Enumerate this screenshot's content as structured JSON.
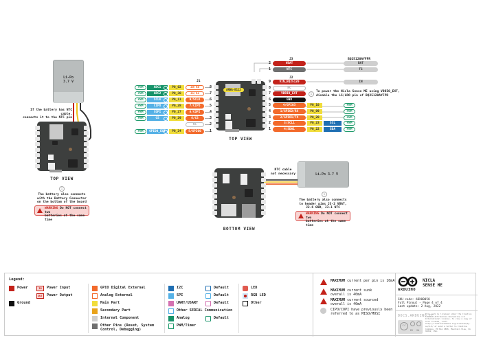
{
  "left_section": {
    "battery_label_line1": "Li-Po",
    "battery_label_line2": "3.7 V",
    "ntc_note_line1": "If the battery has NTC cable,",
    "ntc_note_line2": "connects it to the NTC pin",
    "view_title": "TOP VIEW",
    "info_note_line1": "The battery also connects",
    "info_note_line2": "with the Battery Connector",
    "info_note_line3": "on the bottom of the board",
    "warning_label": "WARNING",
    "warning_text_line1": "Do NOT connect two",
    "warning_text_line2": "batteries at the same time"
  },
  "center_section": {
    "view_title": "TOP VIEW",
    "chip_label": "ANNA-B112",
    "header_j1": "J1",
    "j1_pins": [
      {
        "num": "8",
        "pwm": "PWM",
        "func": "ADC1",
        "func_type": "analog",
        "port": "P0_02",
        "pin": "10/A0",
        "pin_type": "gpio-out"
      },
      {
        "num": "7",
        "pwm": "PWM",
        "func": "ADC2",
        "func_type": "analog",
        "port": "P0_30",
        "pin": "11/A1",
        "pin_type": "gpio-out"
      },
      {
        "num": "6",
        "pwm": "PWM",
        "func": "SCLK",
        "func_type": "spi",
        "port": "P0_11",
        "pin": "9/SCLK",
        "pin_type": "gpio"
      },
      {
        "num": "5",
        "pwm": "PWM",
        "func": "CIPO",
        "func_type": "spi",
        "port": "P0_28",
        "pin": "7/CIPO",
        "pin_type": "gpio"
      },
      {
        "num": "4",
        "pwm": "PWM",
        "func": "COPI",
        "func_type": "spi",
        "port": "P0_27",
        "pin": "8/COPI",
        "pin_type": "gpio"
      },
      {
        "num": "3",
        "pwm": "PWM",
        "func": "CS",
        "func_type": "spi",
        "port": "P0_29",
        "pin": "6/CS",
        "pin_type": "gpio"
      },
      {
        "num": "2",
        "pwm": "",
        "func": "",
        "func_type": "",
        "port": "",
        "pin": "NC",
        "pin_type": "nc"
      },
      {
        "num": "1",
        "pwm": "PWM",
        "func": "GPIO0_EXT",
        "func_type": "spi",
        "port": "P0_24",
        "pin": "5/GPIO0",
        "pin_type": "gpio"
      }
    ],
    "header_j3": "J3",
    "header_j2": "J2",
    "bq_label": "BQ25120AYFPR",
    "j3_pins": [
      {
        "num": "2",
        "tag": "IN",
        "pin": "VBAT",
        "pin_type": "power",
        "bq": "BAT"
      },
      {
        "num": "1",
        "tag": "",
        "pin": "NTC",
        "pin_type": "other",
        "bq": "TS"
      }
    ],
    "j2_pins": [
      {
        "num": "9",
        "tag": "IN",
        "pin": "VIN_BQ25120",
        "pin_type": "power",
        "bq": "IN",
        "port": "",
        "alt": "",
        "pwm": ""
      },
      {
        "num": "8",
        "tag": "",
        "pin": "NC",
        "pin_type": "nc",
        "bq": "",
        "port": "",
        "alt": "",
        "pwm": ""
      },
      {
        "num": "7",
        "tag": "OUT",
        "pin": "VDDIO_EXT",
        "pin_type": "power",
        "bq": "",
        "port": "",
        "alt": "",
        "pwm": ""
      },
      {
        "num": "6",
        "tag": "",
        "pin": "GND",
        "pin_type": "gnd",
        "bq": "",
        "port": "",
        "alt": "",
        "pwm": ""
      },
      {
        "num": "5",
        "tag": "",
        "pin": "4/GPIO3",
        "pin_type": "gpio",
        "bq": "",
        "port": "P0_10",
        "alt": "",
        "pwm": "PWM"
      },
      {
        "num": "4",
        "tag": "",
        "pin": "1/GPIO2/RX",
        "pin_type": "gpio",
        "bq": "",
        "port": "P0_09",
        "alt": "",
        "pwm": "PWM"
      },
      {
        "num": "3",
        "tag": "",
        "pin": "2/GPIO1/TX",
        "pin_type": "gpio",
        "bq": "",
        "port": "P0_20",
        "alt": "",
        "pwm": "PWM"
      },
      {
        "num": "2",
        "tag": "",
        "pin": "3/SCL1",
        "pin_type": "gpio",
        "bq": "",
        "port": "P0_23",
        "alt": "SCL",
        "pwm": "PWM"
      },
      {
        "num": "1",
        "tag": "",
        "pin": "4/SDA1",
        "pin_type": "gpio",
        "bq": "",
        "port": "P0_22",
        "alt": "SDA",
        "pwm": "PWM"
      }
    ],
    "vddio_note_line1": "To power the Nicla Sense ME using VDDIO_EXT,",
    "vddio_note_line2": "disable the LS/LDO pin of BQ25120AYFPR"
  },
  "bottom_section": {
    "view_title": "BOTTOM VIEW",
    "ntc_cable_note_line1": "NTC cable",
    "ntc_cable_note_line2": "not necessary",
    "battery_label": "Li-Po 3.7 V",
    "info_note_line1": "The battery also connects",
    "info_note_line2": "to header pins J3-2 VBAT,",
    "info_note_line3": "J2-6 GND, J3-1 NTC",
    "warning_label": "WARNING",
    "warning_text_line1": "Do NOT connect two",
    "warning_text_line2": "batteries at the same time"
  },
  "legend": {
    "title": "Legend:",
    "col1": [
      {
        "label": "Power",
        "color": "#c3221a"
      },
      {
        "label": "Ground",
        "color": "#111111"
      }
    ],
    "power_io": [
      {
        "tag": "IN",
        "label": "Power Input"
      },
      {
        "tag": "OUT",
        "label": "Power Output"
      }
    ],
    "col2": [
      {
        "label": "GPIO Digital External",
        "color": "#f36a2b",
        "outline": false
      },
      {
        "label": "Analog External",
        "color": "#f36a2b",
        "outline": true
      },
      {
        "label": "Main Part",
        "color": "#f1dd3a",
        "outline": false
      },
      {
        "label": "Secondary Part",
        "color": "#e9a31b",
        "outline": false
      },
      {
        "label": "Internal Component",
        "color": "#cfcfcf",
        "outline": false
      },
      {
        "label": "Other Pins (Reset, System",
        "label2": "Control, Debugging)",
        "color": "#6f6f6f",
        "outline": false
      }
    ],
    "col3": [
      {
        "label": "I2C",
        "color": "#1f6fb3",
        "outline": false,
        "default": "Default"
      },
      {
        "label": "SPI",
        "color": "#55b1e6",
        "outline": false,
        "default": "Default"
      },
      {
        "label": "UART/USART",
        "color": "#d472b1",
        "outline": false,
        "default": "Default"
      },
      {
        "label": "Other SERIAL Communication",
        "color": "#55b1e6",
        "outline": true,
        "default": ""
      },
      {
        "label": "Analog",
        "color": "#17936a",
        "outline": false,
        "default": "Default"
      },
      {
        "label": "PWM/Timer",
        "color": "#1e9a6a",
        "outline": true,
        "default": ""
      }
    ],
    "col4": [
      {
        "label": "LED",
        "kind": "led"
      },
      {
        "label": "RGB LED",
        "kind": "rgb"
      },
      {
        "label": "Other",
        "kind": "other"
      }
    ],
    "notes": [
      {
        "bold": "MAXIMUM",
        "text": " current per pin is 10mA",
        "text2": ""
      },
      {
        "bold": "MAXIMUM",
        "text": " current sunk",
        "text2": "overall is 40mA"
      },
      {
        "bold": "MAXIMUM",
        "text": " current sourced",
        "text2": "overall is 40mA"
      },
      {
        "bold": "",
        "text": "CIPO/COPI have previously been",
        "text2": "referred to as MISO/MOSI"
      }
    ]
  },
  "brand": {
    "logo_text": "ARDUINO",
    "product_line1": "NICLA",
    "product_line2": "SENSE ME",
    "sku": "SKU code: ABX00050",
    "page": "Full Pinout - Page 4 of 4",
    "updated": "Last update: 2 Aug, 2022",
    "docs": "DOCS.ARDUINO.CC",
    "cc_by": "BY",
    "cc_sa": "SA",
    "license_text": "This work is licensed under the Creative Commons Attribution-ShareAlike 4.0 International License. To view a copy of this license, visit http://creativecommons.org/licenses/by-sa/4.0/ or send a letter to Creative Commons, PO Box 1866, Mountain View, CA 94042, USA."
  }
}
